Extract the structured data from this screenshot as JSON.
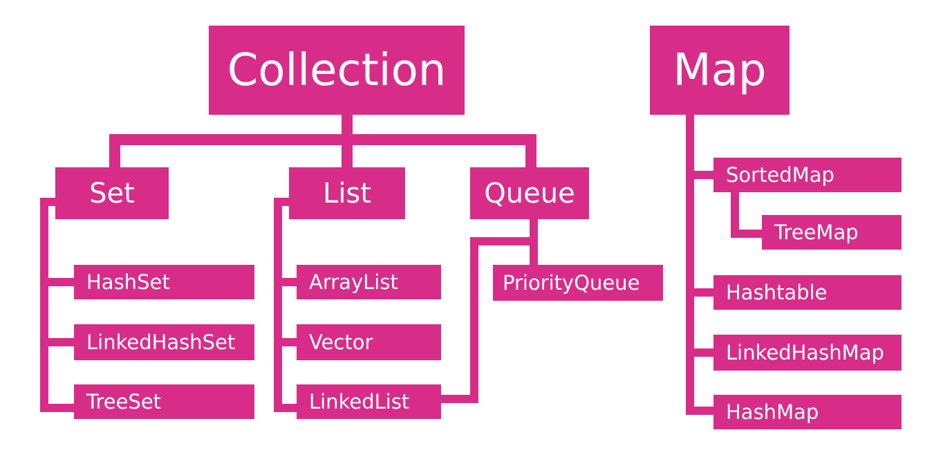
{
  "colors": {
    "node_fill": "#d72d89",
    "node_text": "#ffffff",
    "background": "#ffffff"
  },
  "collection": {
    "root": "Collection",
    "set": {
      "label": "Set",
      "children": [
        "HashSet",
        "LinkedHashSet",
        "TreeSet"
      ]
    },
    "list": {
      "label": "List",
      "children": [
        "ArrayList",
        "Vector",
        "LinkedList"
      ]
    },
    "queue": {
      "label": "Queue",
      "children": [
        "PriorityQueue"
      ]
    }
  },
  "map": {
    "root": "Map",
    "sorted_map": {
      "label": "SortedMap",
      "children": [
        "TreeMap"
      ]
    },
    "children": [
      "Hashtable",
      "LinkedHashMap",
      "HashMap"
    ]
  }
}
